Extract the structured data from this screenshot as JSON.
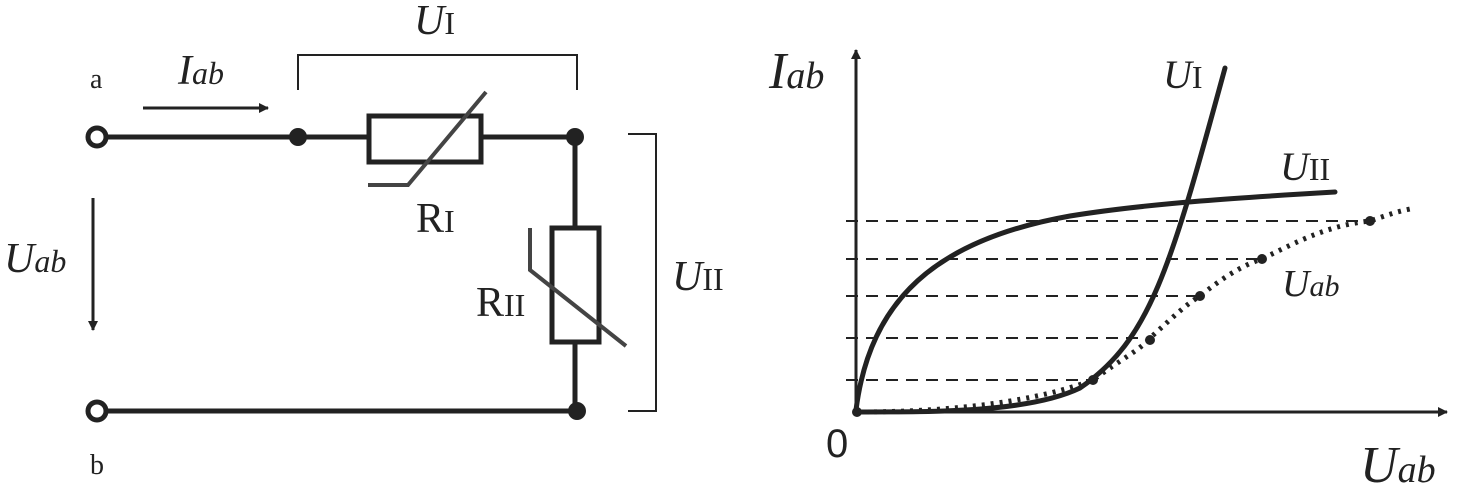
{
  "circuit": {
    "node_a": "a",
    "node_b": "b",
    "current": {
      "main": "I",
      "sub": "ab"
    },
    "voltage_total": {
      "main": "U",
      "sub": "ab"
    },
    "voltage_1": {
      "main": "U",
      "sub": "I"
    },
    "voltage_2": {
      "main": "U",
      "sub": "II"
    },
    "resistor_1": {
      "main": "R",
      "sub": "I"
    },
    "resistor_2": {
      "main": "R",
      "sub": "II"
    }
  },
  "graph": {
    "y_axis": {
      "main": "I",
      "sub": "ab"
    },
    "x_axis": {
      "main": "U",
      "sub": "ab"
    },
    "origin": "0",
    "curve_1": {
      "main": "U",
      "sub": "I"
    },
    "curve_2": {
      "main": "U",
      "sub": "II"
    },
    "curve_sum": {
      "main": "U",
      "sub": "ab"
    },
    "construction_levels": 5,
    "colors": {
      "ink": "#222222",
      "background": "#ffffff"
    }
  }
}
